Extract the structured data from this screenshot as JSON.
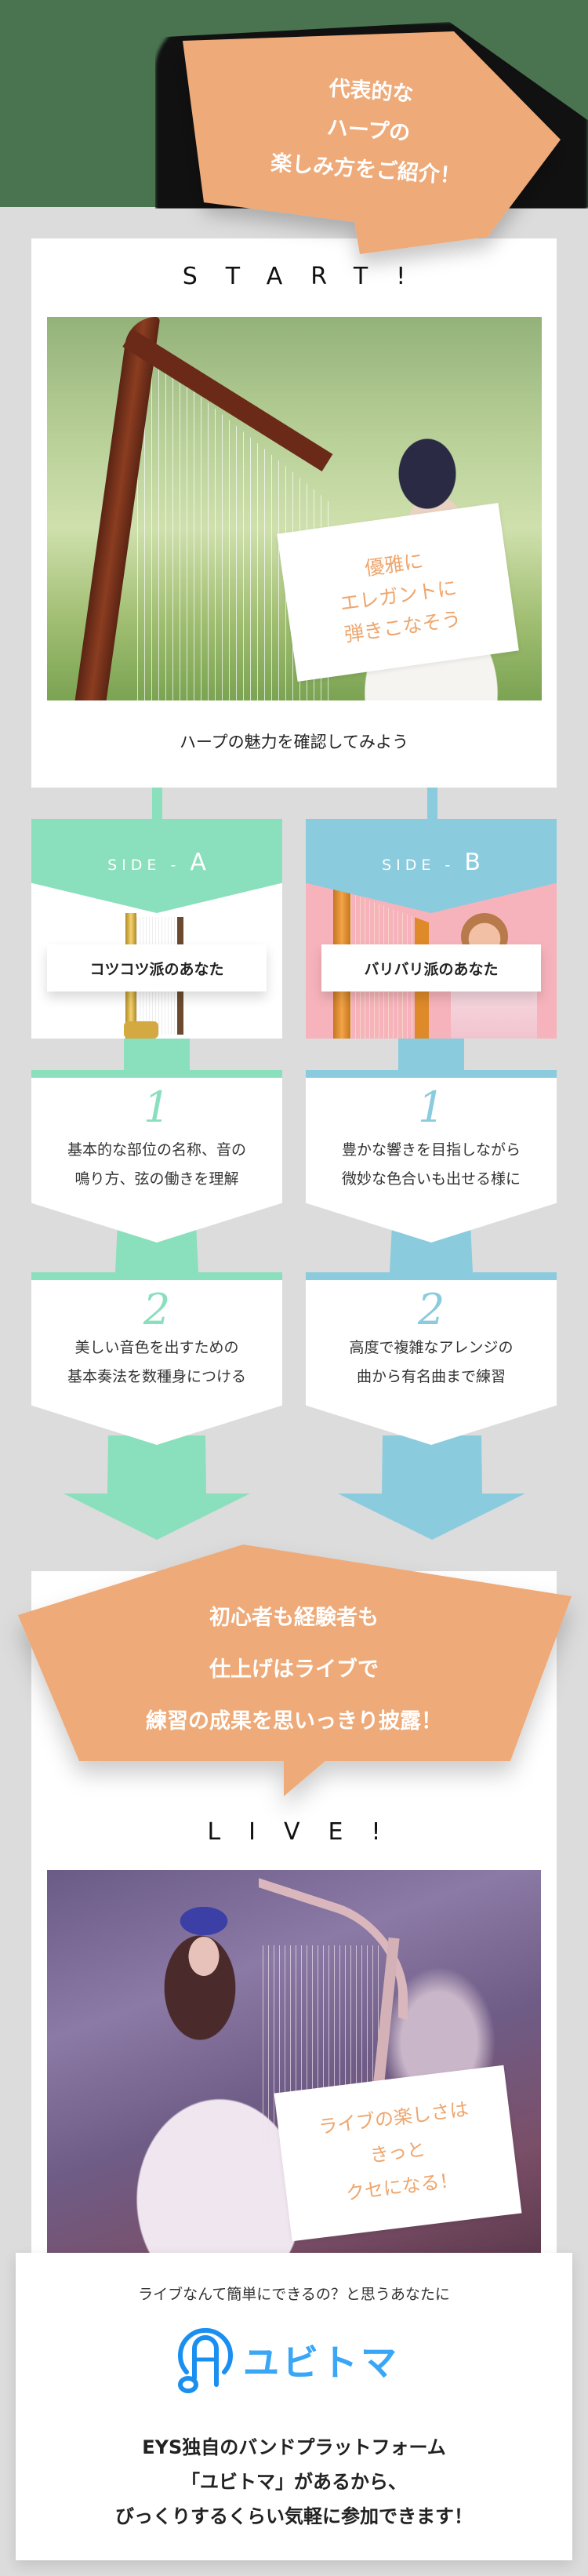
{
  "intro_bubble": {
    "lines": [
      "代表的な",
      "ハープの",
      "楽しみ方をご紹介！"
    ],
    "color": "#eeaa78"
  },
  "start": {
    "title": "START!",
    "photo_note": [
      "優雅に",
      "エレガントに",
      "弾きこなそう"
    ],
    "caption": "ハープの魅力を確認してみよう"
  },
  "sides": [
    {
      "title_prefix": "SIDE - ",
      "title_letter": "A",
      "label": "コツコツ派のあなた",
      "color": "#8adfbc",
      "steps": [
        {
          "number": "1",
          "lines": [
            "基本的な部位の名称、音の",
            "鳴り方、弦の働きを理解"
          ]
        },
        {
          "number": "2",
          "lines": [
            "美しい音色を出すための",
            "基本奏法を数種身につける"
          ]
        }
      ]
    },
    {
      "title_prefix": "SIDE - ",
      "title_letter": "B",
      "label": "バリバリ派のあなた",
      "color": "#8acbde",
      "steps": [
        {
          "number": "1",
          "lines": [
            "豊かな響きを目指しながら",
            "微妙な色合いも出せる様に"
          ]
        },
        {
          "number": "2",
          "lines": [
            "高度で複雑なアレンジの",
            "曲から有名曲まで練習"
          ]
        }
      ]
    }
  ],
  "live_bubble": {
    "lines": [
      "初心者も経験者も",
      "仕上げはライブで",
      "練習の成果を思いっきり披露！"
    ]
  },
  "live": {
    "title": "LIVE!",
    "photo_note": [
      "ライブの楽しさは",
      "きっと",
      "クセになる！"
    ]
  },
  "bottom": {
    "intro": "ライブなんて簡単にできるの？と思うあなたに",
    "logo_text": "ユビトマ",
    "message_lines": [
      "EYS独自のバンドプラットフォーム",
      "「ユビトマ」があるから、",
      "びっくりするくらい気軽に参加できます！"
    ]
  },
  "colors": {
    "top_background": "#4a7350",
    "page_background": "#dcdcdc",
    "accent_orange": "#eeaa78",
    "side_a": "#8adfbc",
    "side_b": "#8acbde",
    "logo_blue": "#2391ef"
  }
}
